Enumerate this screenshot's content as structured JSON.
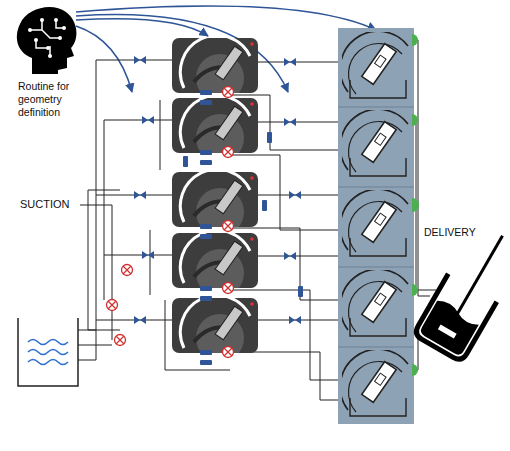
{
  "diagram": {
    "labels": [
      "Routine for geometry definition",
      "SUCTION",
      "DELIVERY"
    ]
  }
}
